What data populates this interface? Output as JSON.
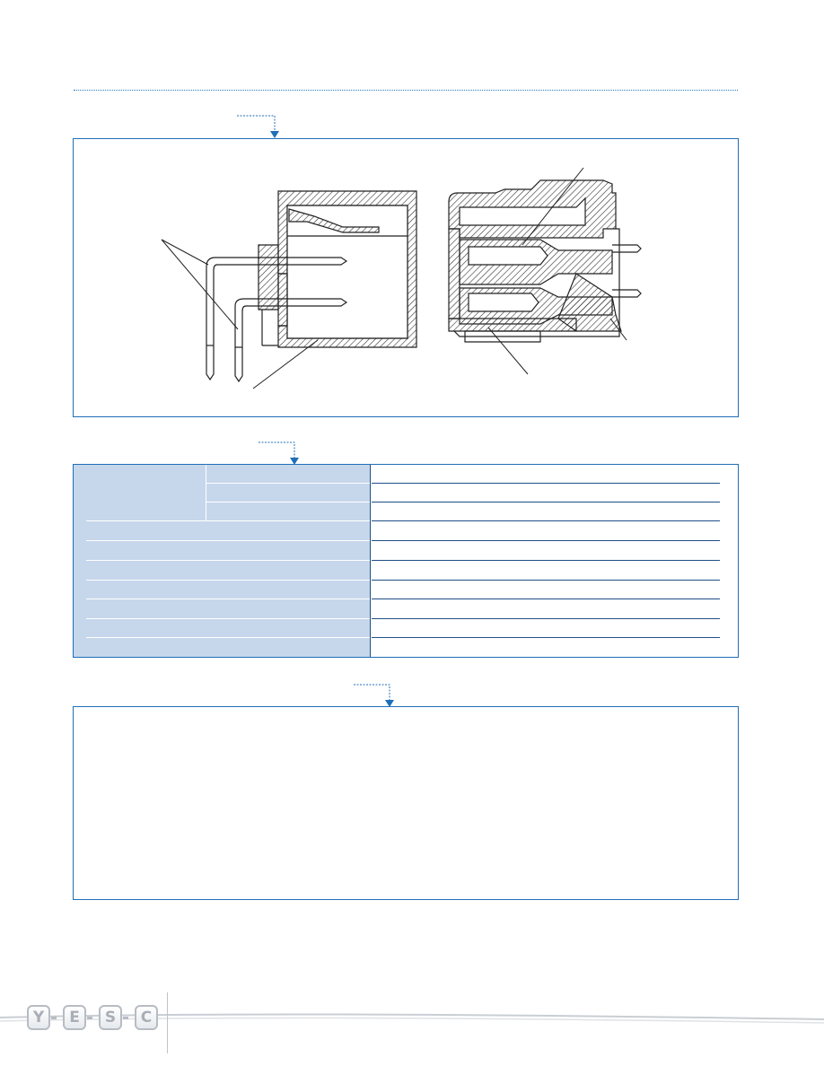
{
  "sections": {
    "structure": {
      "title": ""
    },
    "specifications": {
      "title": "",
      "rows": []
    },
    "notes": {
      "title": "",
      "text": ""
    }
  },
  "footer": {
    "logo_letters": [
      "Y",
      "E",
      "S",
      "C"
    ]
  },
  "colors": {
    "accent_blue": "#1f6fb8",
    "spec_label_fill": "#c6d7ec",
    "logo_gray": "#b7bcc3"
  },
  "icons": [
    "arrow-down-icon",
    "connector-drawing"
  ]
}
